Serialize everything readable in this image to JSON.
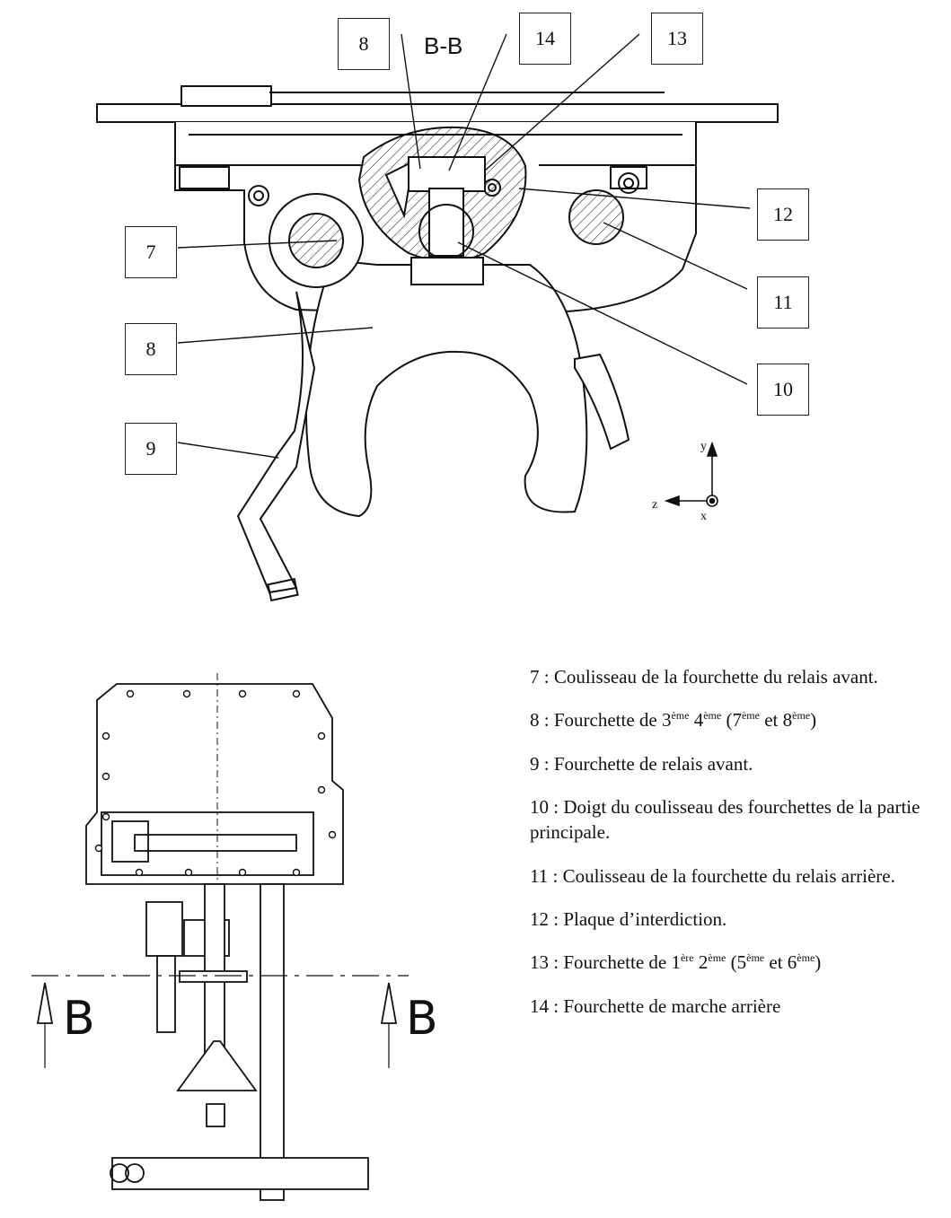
{
  "section_title": "B-B",
  "section_marks": {
    "left": "B",
    "right": "B"
  },
  "axes": {
    "y": "y",
    "z": "z",
    "x": "x"
  },
  "callouts": [
    "8",
    "14",
    "13",
    "12",
    "11",
    "10",
    "7",
    "8",
    "9"
  ],
  "legend": [
    {
      "num": "7",
      "text": "Coulisseau de la fourchette du relais avant."
    },
    {
      "num": "8",
      "prefix": "Fourchette de 3",
      "sup1": "ème",
      "mid1": " 4",
      "sup2": "ème",
      "mid2": " (7",
      "sup3": "ème",
      "mid3": " et 8",
      "sup4": "ème",
      "suffix": ")"
    },
    {
      "num": "9",
      "text": "Fourchette de relais avant."
    },
    {
      "num": "10",
      "text": "Doigt du coulisseau des fourchettes de la partie principale."
    },
    {
      "num": "11",
      "text": "Coulisseau de la fourchette du relais arrière."
    },
    {
      "num": "12",
      "text": "Plaque d’interdiction."
    },
    {
      "num": "13",
      "prefix": "Fourchette de 1",
      "sup1": "ère",
      "mid1": " 2",
      "sup2": "ème",
      "mid2": " (5",
      "sup3": "ème",
      "mid3": " et 6",
      "sup4": "ème",
      "suffix": ")"
    },
    {
      "num": "14",
      "text": "Fourchette de marche arrière"
    }
  ]
}
